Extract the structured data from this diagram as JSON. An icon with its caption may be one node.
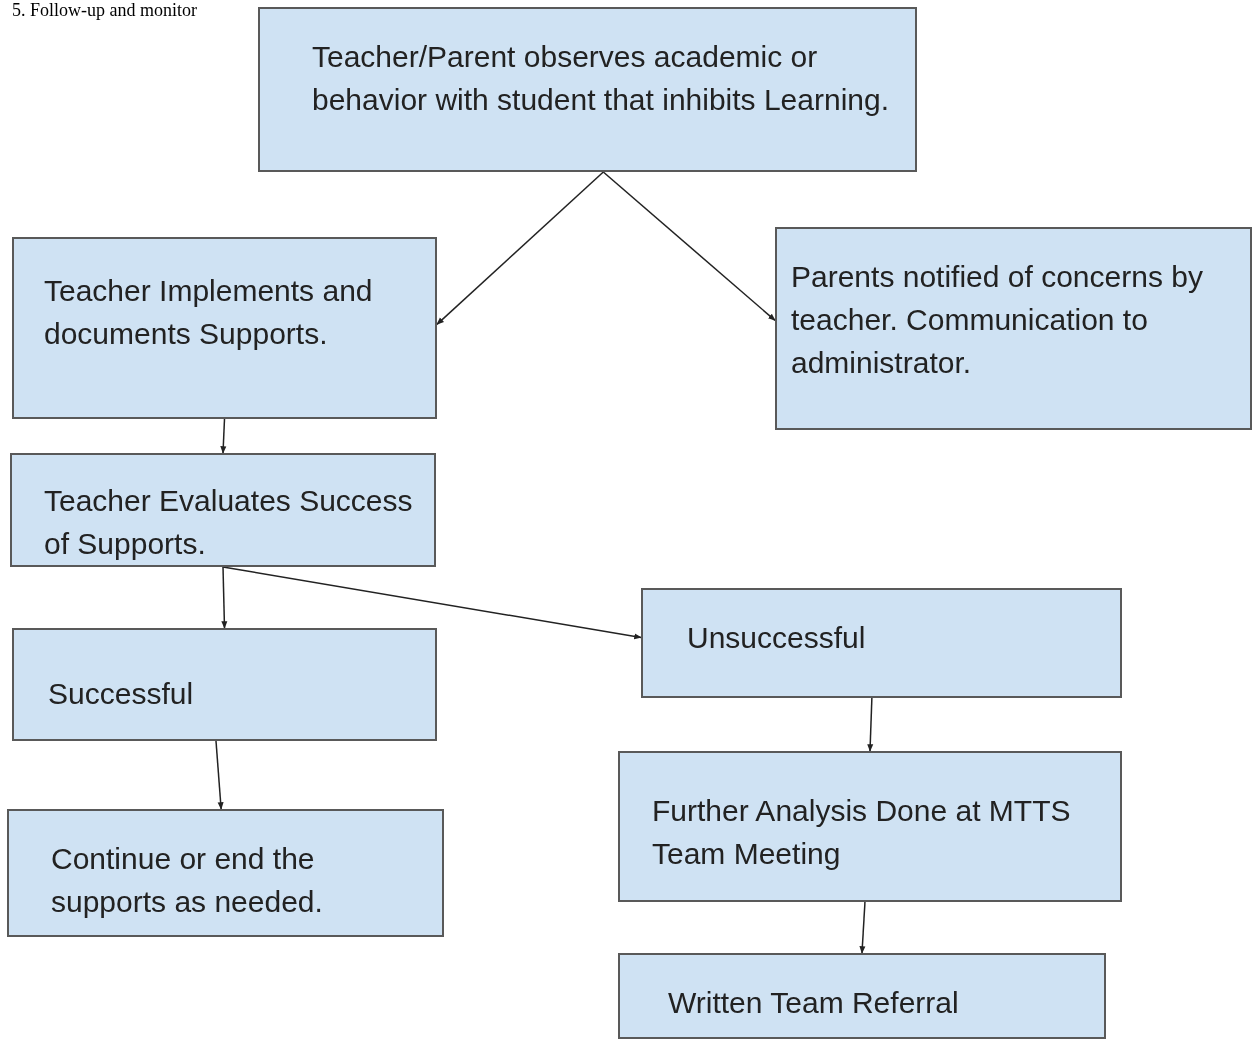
{
  "diagram": {
    "nodes": [
      {
        "text": [
          "Teacher/Parent observes academic or behavior with student that inhibits Learning."
        ]
      },
      {
        "text": [
          "Teacher Implements and documents Supports."
        ]
      },
      {
        "text": [
          "Parents notified of concerns by teacher. Communication to administrator."
        ]
      },
      {
        "text": [
          "Teacher Evaluates Success of Supports."
        ]
      },
      {
        "text": [
          "Successful"
        ]
      },
      {
        "text": [
          "Unsuccessful"
        ]
      },
      {
        "text": [
          "Continue or end the supports as needed."
        ]
      },
      {
        "text": [
          "Further Analysis Done at MTTS Team Meeting"
        ]
      },
      {
        "text": [
          "Written Team Referral"
        ]
      }
    ],
    "edges": [
      {
        "from": 0,
        "to": 1,
        "arrow": "to"
      },
      {
        "from": 0,
        "to": 2,
        "arrow": "to"
      },
      {
        "from": 1,
        "to": 3,
        "arrow": "to"
      },
      {
        "from": 3,
        "to": 4,
        "arrow": "to"
      },
      {
        "from": 3,
        "to": 5,
        "arrow": "to"
      },
      {
        "from": 4,
        "to": 6,
        "arrow": "to"
      },
      {
        "from": 5,
        "to": 7,
        "arrow": "to"
      },
      {
        "from": 7,
        "to": 8,
        "arrow": "to"
      }
    ],
    "labels": [
      "5. Follow-up and monitor"
    ]
  }
}
